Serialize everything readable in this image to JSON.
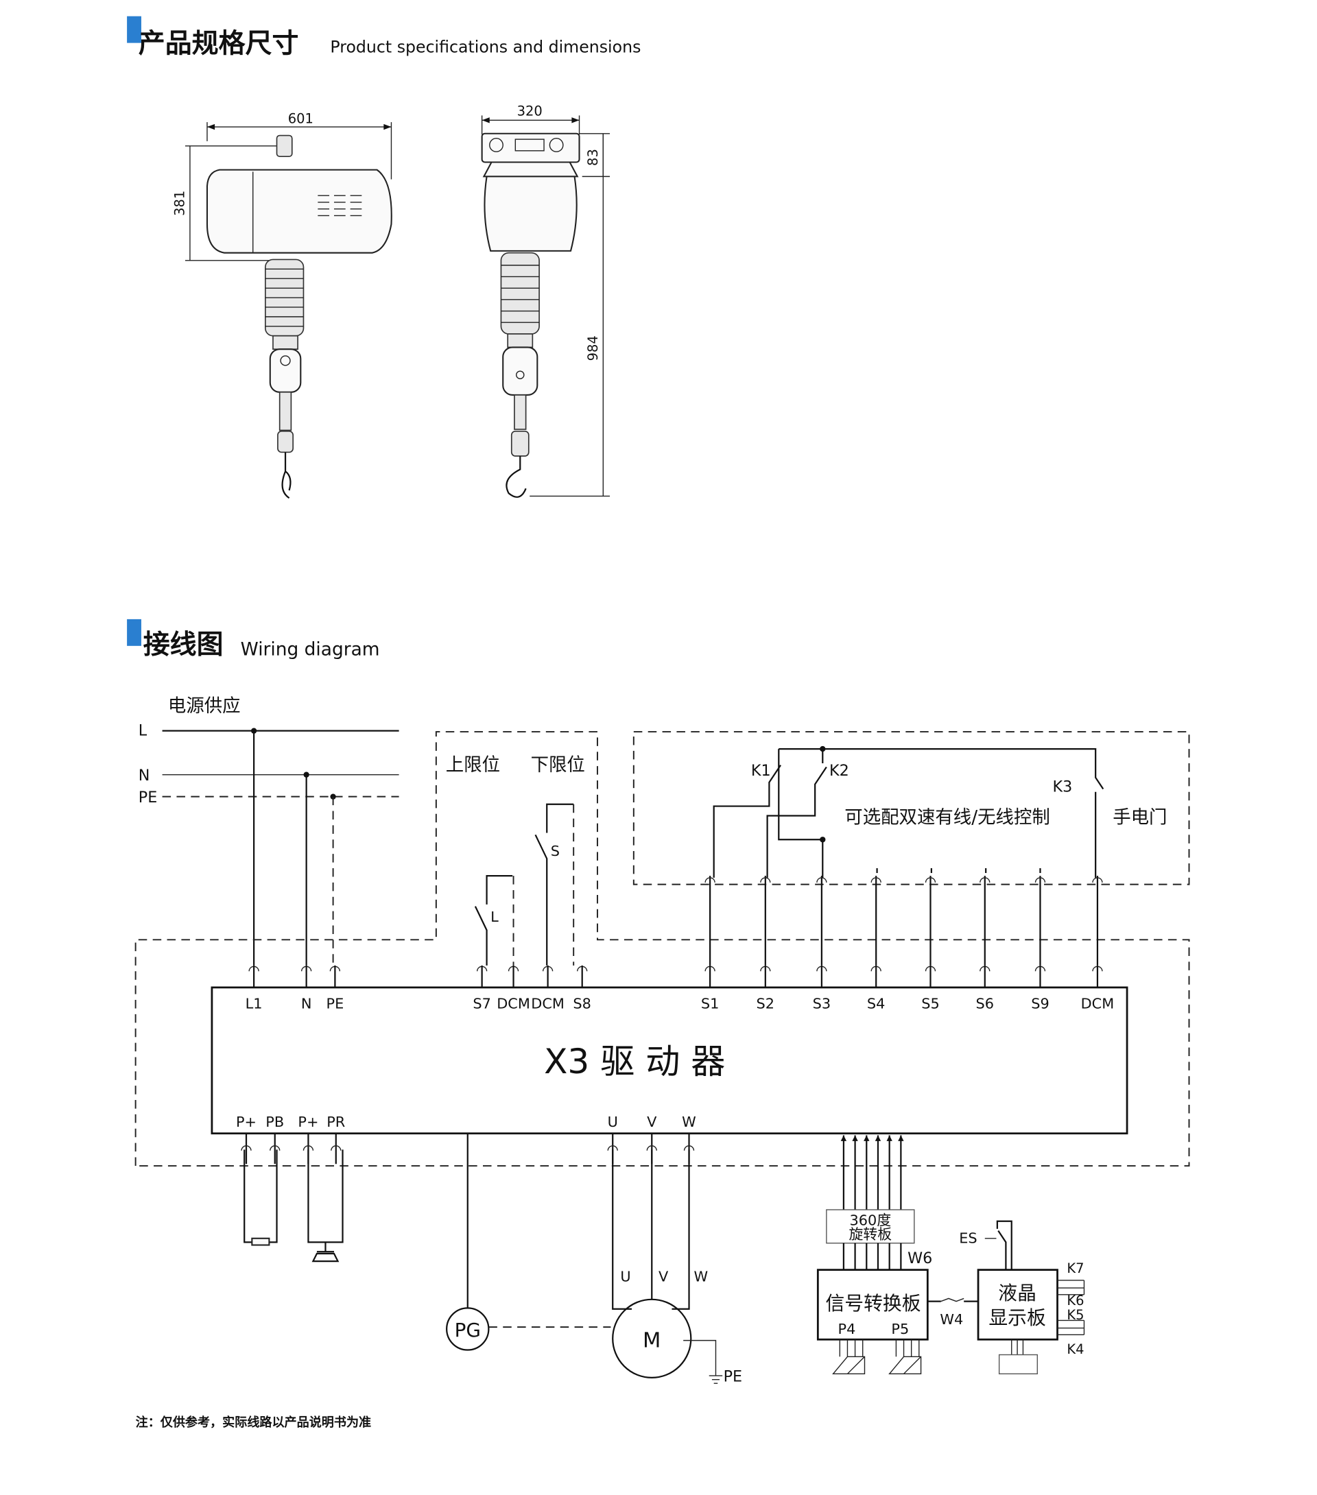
{
  "section1": {
    "title_cn": "产品规格尺寸",
    "title_en": "Product specifications and dimensions",
    "accent": "#2a7fd0"
  },
  "dimensions": {
    "front_width": "601",
    "front_height": "381",
    "side_width": "320",
    "side_top": "83",
    "side_total": "984"
  },
  "section2": {
    "title_cn": "接线图",
    "title_en": "Wiring diagram"
  },
  "power": {
    "title": "电源供应",
    "L": "L",
    "N": "N",
    "PE": "PE"
  },
  "limits": {
    "upper": "上限位",
    "lower": "下限位",
    "S": "S",
    "L": "L"
  },
  "control": {
    "K1": "K1",
    "K2": "K2",
    "K3": "K3",
    "optional": "可选配双速有线/无线控制",
    "manual": "手电门"
  },
  "driver": {
    "title": "X3 驱 动 器",
    "top_terminals": [
      "L1",
      "N",
      "PE",
      "S7",
      "DCM",
      "DCM",
      "S8",
      "S1",
      "S2",
      "S3",
      "S4",
      "S5",
      "S6",
      "S9",
      "DCM"
    ],
    "bottom_terminals": [
      "P+",
      "PB",
      "P+",
      "PR",
      "U",
      "V",
      "W"
    ]
  },
  "motor": {
    "pg": "PG",
    "m": "M",
    "u": "U",
    "v": "V",
    "w": "W",
    "pe": "PE"
  },
  "boards": {
    "rotary_1": "360度",
    "rotary_2": "旋转板",
    "w6": "W6",
    "signal": "信号转换板",
    "p4": "P4",
    "p5": "P5",
    "w4": "W4",
    "lcd_1": "液晶",
    "lcd_2": "显示板",
    "es": "ES",
    "k7": "K7",
    "k6": "K6",
    "k5": "K5",
    "k4": "K4"
  },
  "note": "注：仅供参考，实际线路以产品说明书为准"
}
